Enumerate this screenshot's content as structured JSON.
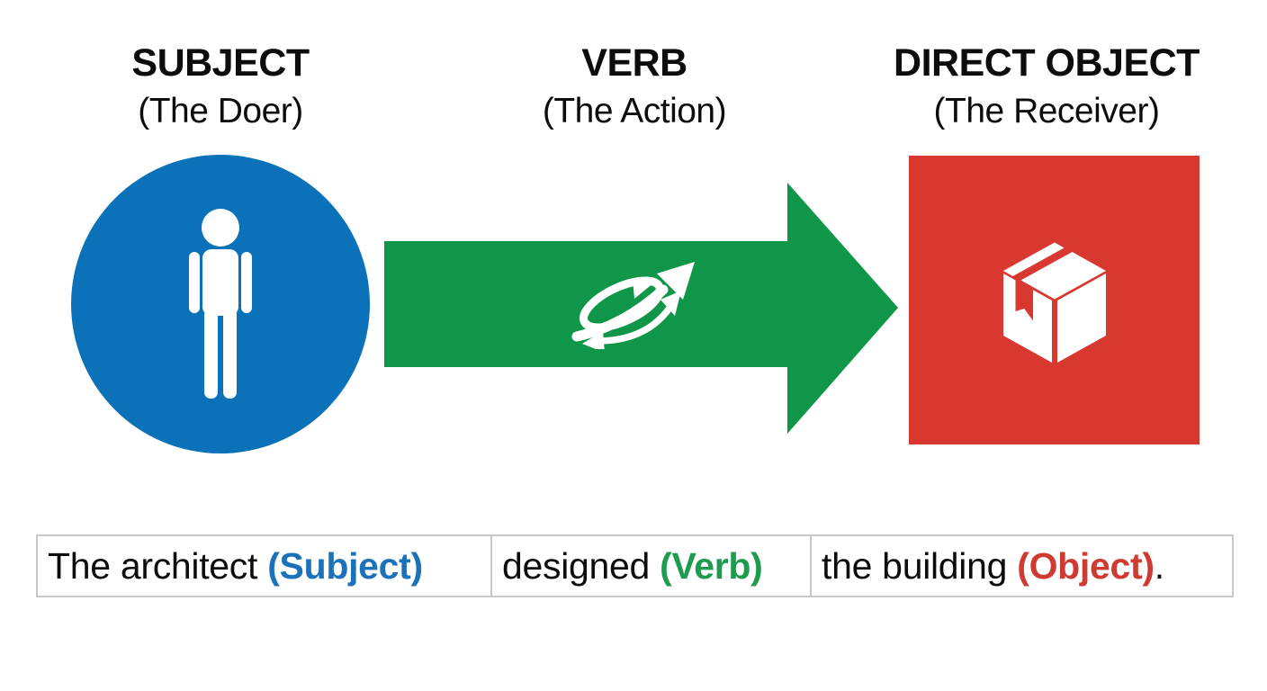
{
  "columns": [
    {
      "title": "SUBJECT",
      "subtitle": "(The Doer)",
      "icon": "person-icon",
      "color": "#0b72ba"
    },
    {
      "title": "VERB",
      "subtitle": "(The Action)",
      "icon": "action-swirl-icon",
      "color": "#0f9648"
    },
    {
      "title": "DIRECT OBJECT",
      "subtitle": "(The Receiver)",
      "icon": "package-box-icon",
      "color": "#d8382f"
    }
  ],
  "sentence": {
    "cells": [
      {
        "text": "The architect",
        "tag": "(Subject)",
        "tag_color": "#1c72b8",
        "suffix": ""
      },
      {
        "text": "designed",
        "tag": "(Verb)",
        "tag_color": "#1d9b4e",
        "suffix": ""
      },
      {
        "text": "the building",
        "tag": "(Object)",
        "tag_color": "#cf3a31",
        "suffix": "."
      }
    ]
  },
  "colors": {
    "subject_blue": "#0b72ba",
    "verb_green": "#0f9648",
    "object_red": "#d8382f",
    "icon_white": "#ffffff",
    "border_gray": "#c8c8c8",
    "text_black": "#0d0d0d"
  }
}
